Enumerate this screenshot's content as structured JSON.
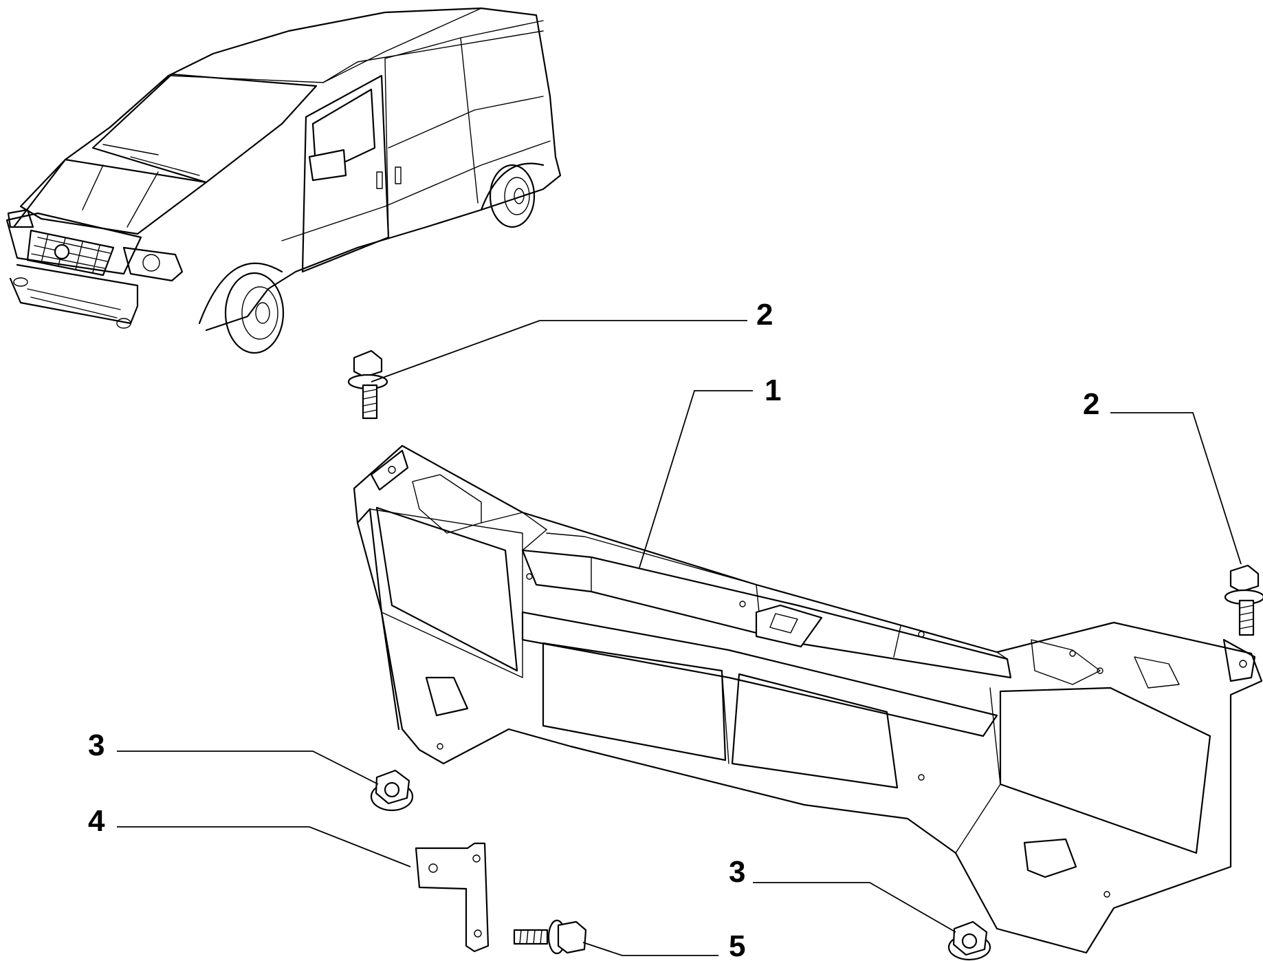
{
  "diagram": {
    "callouts": {
      "c1": "1",
      "c2a": "2",
      "c2b": "2",
      "c3a": "3",
      "c3b": "3",
      "c4": "4",
      "c5": "5"
    }
  }
}
